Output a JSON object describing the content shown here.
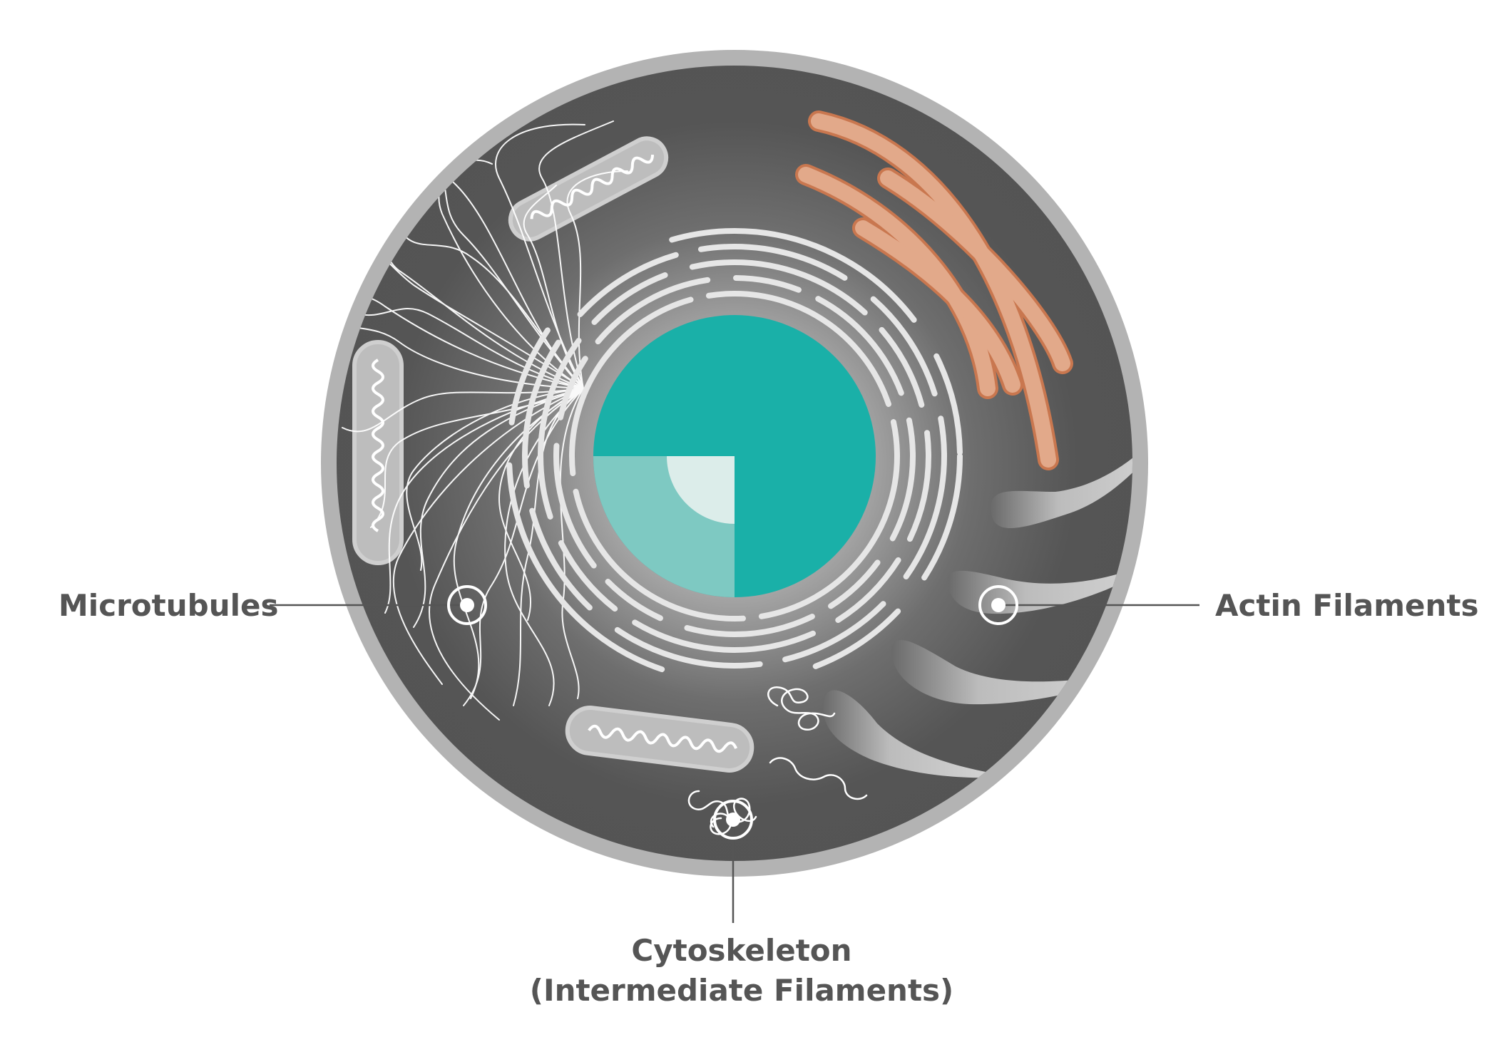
{
  "labels": {
    "microtubules": "Microtubules",
    "actin": "Actin Filaments",
    "cytoskeleton_line1": "Cytoskeleton",
    "cytoskeleton_line2": "(Intermediate Filaments)"
  },
  "colors": {
    "cell_border": "#b3b3b3",
    "cytoplasm_dark": "#545454",
    "cytoplasm_glow": "#e8e8e8",
    "nucleus": "#1ab0a8",
    "nucleus_inner": "#7ec9c2",
    "nucleolus": "#dcedea",
    "golgi": "#e2a98a",
    "golgi_edge": "#c9774f",
    "organelle": "#bdbdbd",
    "filament": "#ffffff",
    "text": "#555555",
    "leader": "#555555"
  }
}
